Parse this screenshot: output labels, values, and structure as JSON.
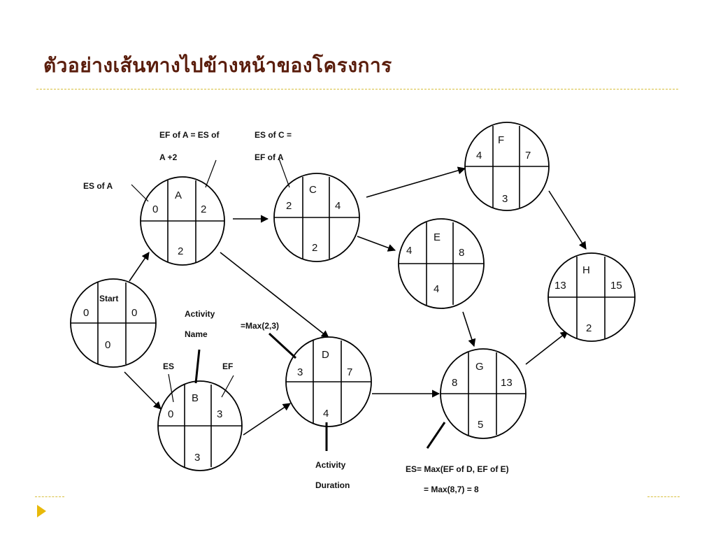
{
  "title": "ตัวอย่างเส้นทางไปข้างหน้าของโครงการ",
  "colors": {
    "title": "#5a1d0c",
    "accent": "#e8b90a",
    "rule": "#d8bf3c"
  },
  "nodes": {
    "start": {
      "name": "Start",
      "es": "0",
      "ef": "0",
      "duration": "0"
    },
    "a": {
      "name": "A",
      "es": "0",
      "ef": "2",
      "duration": "2"
    },
    "b": {
      "name": "B",
      "es": "0",
      "ef": "3",
      "duration": "3"
    },
    "c": {
      "name": "C",
      "es": "2",
      "ef": "4",
      "duration": "2"
    },
    "d": {
      "name": "D",
      "es": "3",
      "ef": "7",
      "duration": "4"
    },
    "e": {
      "name": "E",
      "es": "4",
      "ef": "8",
      "duration": "4"
    },
    "f": {
      "name": "F",
      "es": "4",
      "ef": "7",
      "duration": "3"
    },
    "g": {
      "name": "G",
      "es": "8",
      "ef": "13",
      "duration": "5"
    },
    "h": {
      "name": "H",
      "es": "13",
      "ef": "15",
      "duration": "2"
    }
  },
  "annotations": {
    "ef_of_a_line1": "EF of A = ES of",
    "ef_of_a_line2": "A +2",
    "es_of_c_line1": "ES of C =",
    "es_of_c_line2": "EF of A",
    "es_of_a": "ES of A",
    "activity_name_line1": "Activity",
    "activity_name_line2": "Name",
    "es": "ES",
    "ef": "EF",
    "max_d": "=Max(2,3)",
    "activity_duration_line1": "Activity",
    "activity_duration_line2": "Duration",
    "es_g_line1": "ES= Max(EF of D, EF of E)",
    "es_g_line2": "= Max(8,7) = 8"
  }
}
